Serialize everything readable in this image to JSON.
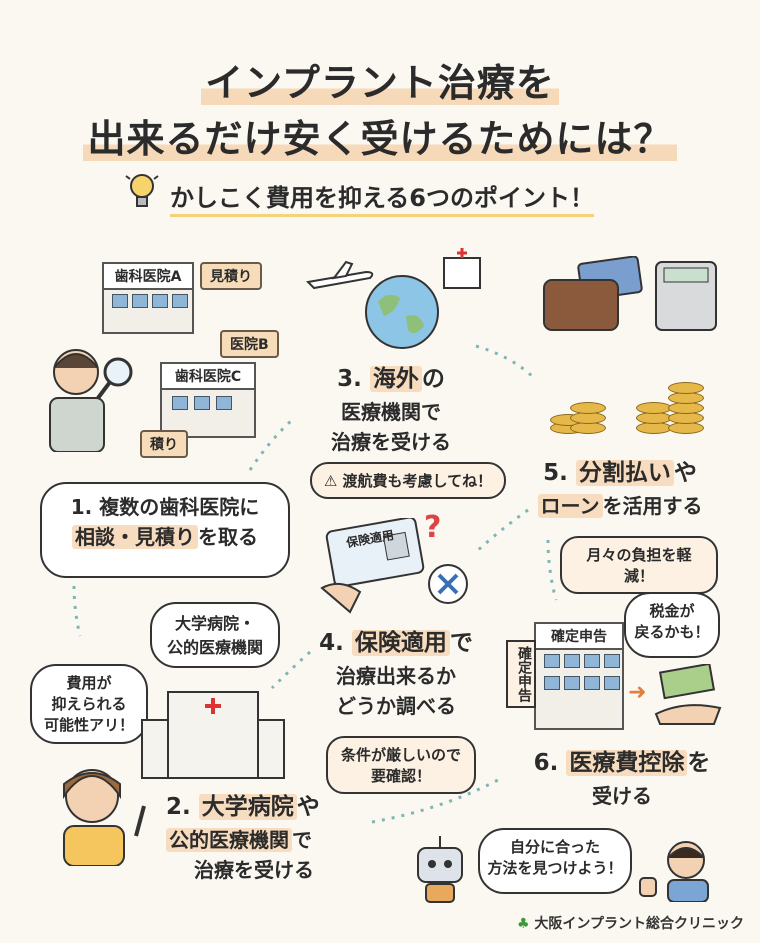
{
  "title": {
    "line1": "インプラント治療を",
    "line2": "出来るだけ安く受けるためには？"
  },
  "subtitle": "かしこく費用を抑える6つのポイント！",
  "step1": {
    "line1": "1. 複数の歯科医院に",
    "hl": "相談・見積り",
    "tail": "を取る",
    "clinic_a": "歯科医院A",
    "clinic_c": "歯科医院C",
    "tag_estimate": "見積り",
    "tag_clinic_b": "医院B",
    "tag_estimate2": "積り"
  },
  "step2": {
    "line1_hl": "大学病院",
    "line1_tail": "や",
    "line2_hl": "公的医療機関",
    "line2_tail": "で",
    "line3": "治療を受ける",
    "prefix": "2.",
    "bubble": "大学病院・\n公的医療機関",
    "side_bubble": "費用が\n抑えられる\n可能性アリ！"
  },
  "step3": {
    "prefix": "3.",
    "hl": "海外",
    "tail": "の",
    "line2": "医療機関で",
    "line3": "治療を受ける",
    "note": "渡航費も考慮してね！"
  },
  "step4": {
    "prefix": "4.",
    "hl": "保険適用",
    "tail": "で",
    "line2": "治療出来るか",
    "line3": "どうか調べる",
    "note": "条件が厳しいので\n要確認！",
    "card_label": "保険適用"
  },
  "step5": {
    "prefix": "5.",
    "hl1": "分割払い",
    "tail1": "や",
    "hl2": "ローン",
    "tail2": "を活用する",
    "note": "月々の負担を軽減！"
  },
  "step6": {
    "prefix": "6.",
    "hl": "医療費控除",
    "tail": "を",
    "line2": "受ける",
    "sign": "確定申告",
    "side_sign": "確定申告",
    "bubble": "税金が\n戻るかも！"
  },
  "bottom_bubble": "自分に合った\n方法を見つけよう！",
  "logo": "大阪インプラント総合クリニック"
}
